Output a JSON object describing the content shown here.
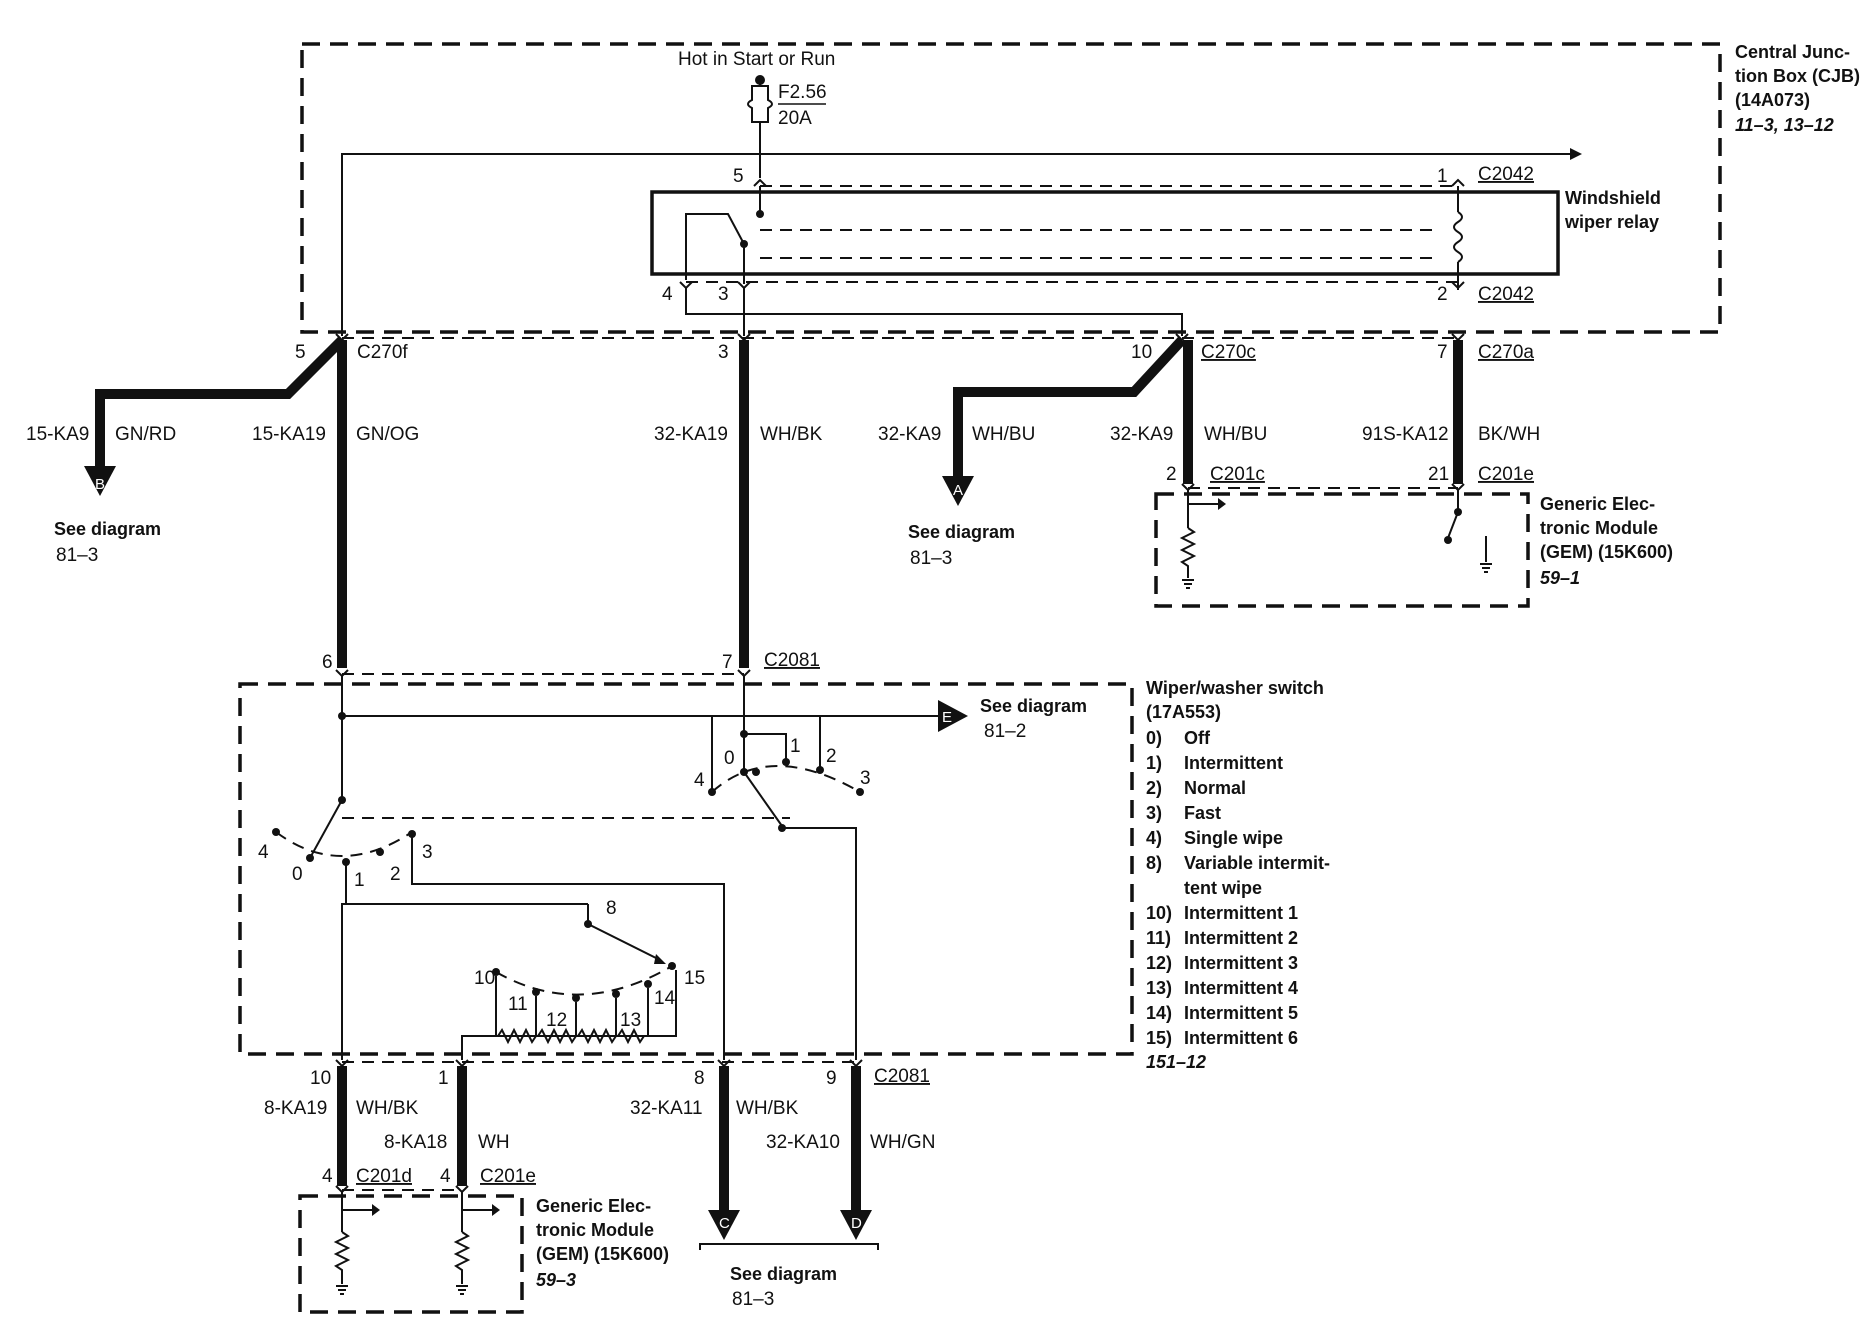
{
  "cjb": {
    "title_lines": [
      "Central Junc-",
      "tion Box (CJB)",
      "(14A073)"
    ],
    "ref": "11–3, 13–12",
    "hot_label": "Hot in Start or Run",
    "fuse_name": "F2.56",
    "fuse_rating": "20A",
    "pin5": "5",
    "pin1": "1",
    "conn_top": "C2042",
    "pin4": "4",
    "pin3": "3",
    "pin2": "2",
    "conn_bottom": "C2042"
  },
  "relay": {
    "title_lines": [
      "Windshield",
      "wiper relay"
    ]
  },
  "harness": {
    "pin5": "5",
    "c270f": "C270f",
    "pin3": "3",
    "pin10": "10",
    "c270c": "C270c",
    "pin7": "7",
    "c270a": "C270a"
  },
  "wires": {
    "w1_circuit": "15-KA9",
    "w1_color": "GN/RD",
    "w2_circuit": "15-KA19",
    "w2_color": "GN/OG",
    "w3_circuit": "32-KA19",
    "w3_color": "WH/BK",
    "w4_circuit": "32-KA9",
    "w4_color": "WH/BU",
    "w5_circuit": "32-KA9",
    "w5_color": "WH/BU",
    "w6_circuit": "91S-KA12",
    "w6_color": "BK/WH",
    "w7_circuit": "8-KA19",
    "w7_color": "WH/BK",
    "w8_circuit": "8-KA18",
    "w8_color": "WH",
    "w9_circuit": "32-KA11",
    "w9_color": "WH/BK",
    "w10_circuit": "32-KA10",
    "w10_color": "WH/GN"
  },
  "refs": {
    "b_letter": "B",
    "b_see": "See diagram",
    "b_num": "81–3",
    "a_letter": "A",
    "a_see": "See diagram",
    "a_num": "81–3",
    "e_letter": "E",
    "e_see": "See diagram",
    "e_num": "81–2",
    "c_letter": "C",
    "d_letter": "D",
    "cd_see": "See diagram",
    "cd_num": "81–3"
  },
  "gem_top": {
    "pin2": "2",
    "c201c": "C201c",
    "pin21": "21",
    "c201e": "C201e",
    "title_lines": [
      "Generic Elec-",
      "tronic Module",
      "(GEM) (15K600)"
    ],
    "ref": "59–1"
  },
  "switch": {
    "pin6": "6",
    "pin7": "7",
    "c2081": "C2081",
    "title_lines": [
      "Wiper/washer switch",
      "(17A553)"
    ],
    "positions": [
      {
        "num": "0)",
        "label": "Off"
      },
      {
        "num": "1)",
        "label": "Intermittent"
      },
      {
        "num": "2)",
        "label": "Normal"
      },
      {
        "num": "3)",
        "label": "Fast"
      },
      {
        "num": "4)",
        "label": "Single wipe"
      },
      {
        "num": "8)",
        "label": "Variable intermit-"
      },
      {
        "num": "",
        "label": "tent wipe"
      },
      {
        "num": "10)",
        "label": "Intermittent 1"
      },
      {
        "num": "11)",
        "label": "Intermittent 2"
      },
      {
        "num": "12)",
        "label": "Intermittent 3"
      },
      {
        "num": "13)",
        "label": "Intermittent 4"
      },
      {
        "num": "14)",
        "label": "Intermittent 5"
      },
      {
        "num": "15)",
        "label": "Intermittent 6"
      }
    ],
    "ref": "151–12",
    "left_sw": {
      "p4": "4",
      "p0": "0",
      "p1": "1",
      "p2": "2",
      "p3": "3"
    },
    "right_sw": {
      "p4": "4",
      "p0": "0",
      "p1": "1",
      "p2": "2",
      "p3": "3"
    },
    "p8": "8",
    "p10": "10",
    "p11": "11",
    "p12": "12",
    "p13": "13",
    "p14": "14",
    "p15": "15",
    "bot_pin10": "10",
    "bot_pin1": "1",
    "bot_pin8": "8",
    "bot_pin9": "9",
    "bot_c2081": "C2081"
  },
  "gem_bottom": {
    "pin4a": "4",
    "c201d": "C201d",
    "pin4b": "4",
    "c201e": "C201e",
    "title_lines": [
      "Generic Elec-",
      "tronic Module",
      "(GEM) (15K600)"
    ],
    "ref": "59–3"
  }
}
